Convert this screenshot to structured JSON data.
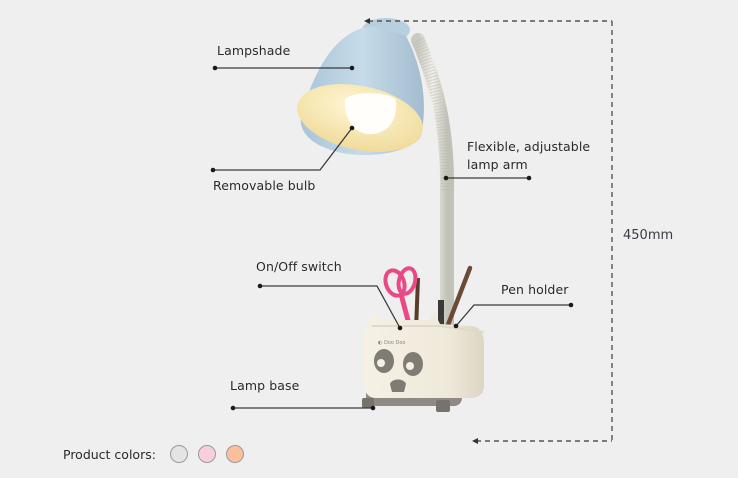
{
  "product": "Desk lamp with pen holder",
  "callouts": [
    {
      "id": "lampshade",
      "label": "Lampshade"
    },
    {
      "id": "bulb",
      "label": "Removable bulb"
    },
    {
      "id": "arm",
      "label": "Flexible, adjustable\nlamp arm",
      "lines": [
        "Flexible, adjustable",
        "lamp arm"
      ]
    },
    {
      "id": "switch",
      "label": "On/Off switch"
    },
    {
      "id": "pen-holder",
      "label": "Pen holder"
    },
    {
      "id": "base",
      "label": "Lamp base"
    }
  ],
  "dimension": {
    "height_label": "450mm"
  },
  "product_colors": {
    "label": "Product colors:",
    "swatches": [
      {
        "name": "grey",
        "color": "#e4e4e4"
      },
      {
        "name": "pink",
        "color": "#f9cfdf"
      },
      {
        "name": "peach",
        "color": "#fbbf9c"
      }
    ]
  },
  "palette": {
    "shade": "#bcd3e3",
    "shade_inner": "#f4e4b0",
    "bulb": "#ffffff",
    "body": "#f2ecdf",
    "base_grey": "#8e8b84",
    "scissors": "#e94a86",
    "pencil": "#6b4a35"
  }
}
